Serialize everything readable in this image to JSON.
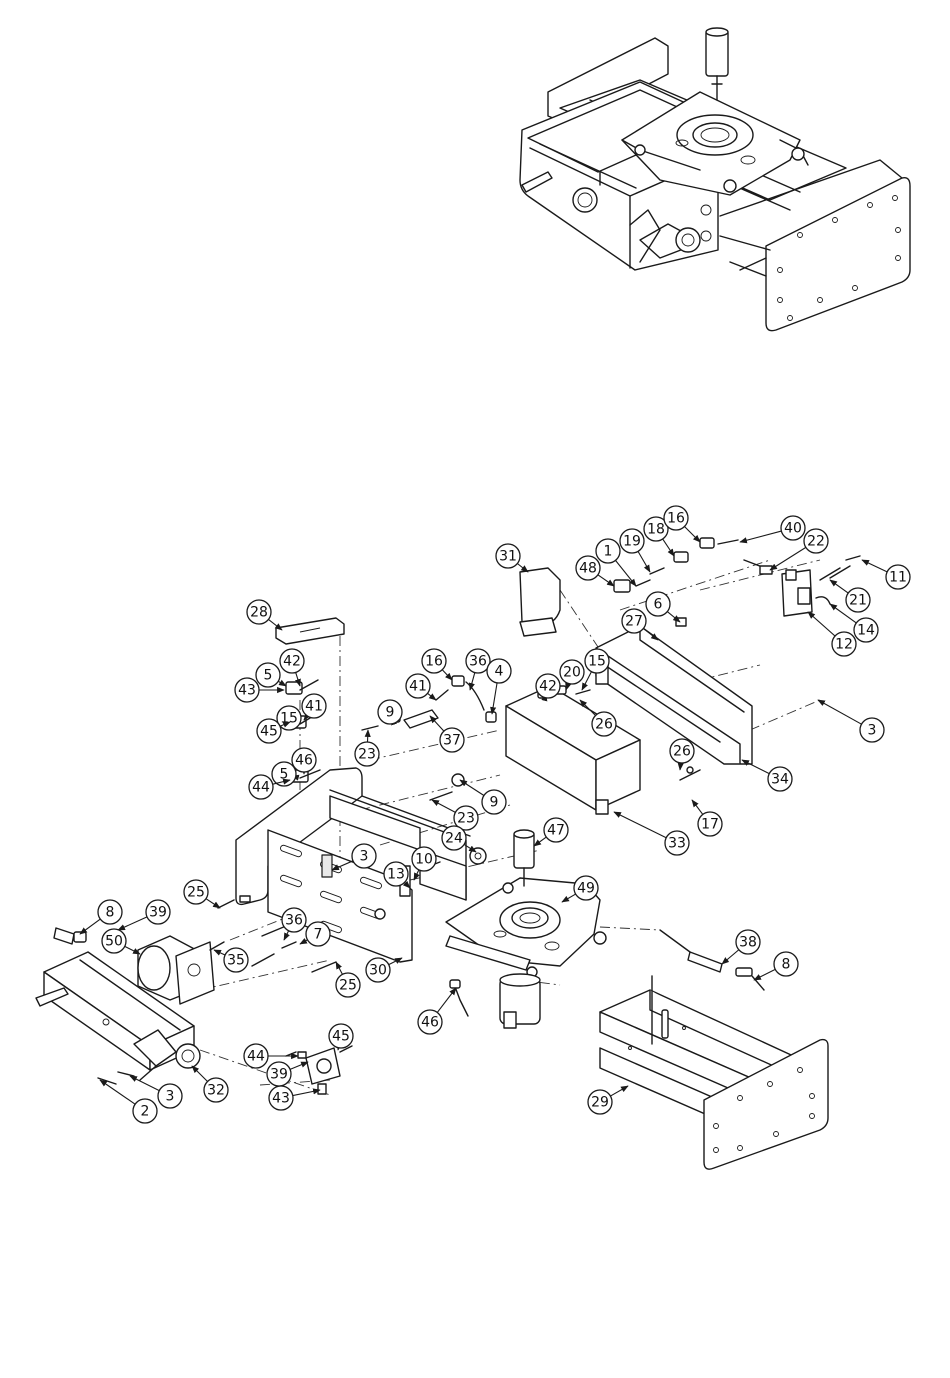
{
  "diagram": {
    "callouts": [
      {
        "id": "c28a",
        "label": "28"
      },
      {
        "id": "c42a",
        "label": "42"
      },
      {
        "id": "c5a",
        "label": "5"
      },
      {
        "id": "c43a",
        "label": "43"
      },
      {
        "id": "c15a",
        "label": "15"
      },
      {
        "id": "c41a",
        "label": "41"
      },
      {
        "id": "c45a",
        "label": "45"
      },
      {
        "id": "c46a",
        "label": "46"
      },
      {
        "id": "c5b",
        "label": "5"
      },
      {
        "id": "c44a",
        "label": "44"
      },
      {
        "id": "c23a",
        "label": "23"
      },
      {
        "id": "c9a",
        "label": "9"
      },
      {
        "id": "c37",
        "label": "37"
      },
      {
        "id": "c16a",
        "label": "16"
      },
      {
        "id": "c36a",
        "label": "36"
      },
      {
        "id": "c4",
        "label": "4"
      },
      {
        "id": "c41b",
        "label": "41"
      },
      {
        "id": "c31",
        "label": "31"
      },
      {
        "id": "c48",
        "label": "48"
      },
      {
        "id": "c1",
        "label": "1"
      },
      {
        "id": "c19",
        "label": "19"
      },
      {
        "id": "c18",
        "label": "18"
      },
      {
        "id": "c16b",
        "label": "16"
      },
      {
        "id": "c40",
        "label": "40"
      },
      {
        "id": "c22",
        "label": "22"
      },
      {
        "id": "c11",
        "label": "11"
      },
      {
        "id": "c21",
        "label": "21"
      },
      {
        "id": "c14",
        "label": "14"
      },
      {
        "id": "c12",
        "label": "12"
      },
      {
        "id": "c6",
        "label": "6"
      },
      {
        "id": "c27",
        "label": "27"
      },
      {
        "id": "c20",
        "label": "20"
      },
      {
        "id": "c15b",
        "label": "15"
      },
      {
        "id": "c42b",
        "label": "42"
      },
      {
        "id": "c26a",
        "label": "26"
      },
      {
        "id": "c3a",
        "label": "3"
      },
      {
        "id": "c34",
        "label": "34"
      },
      {
        "id": "c26b",
        "label": "26"
      },
      {
        "id": "c17",
        "label": "17"
      },
      {
        "id": "c33",
        "label": "33"
      },
      {
        "id": "c9b",
        "label": "9"
      },
      {
        "id": "c23b",
        "label": "23"
      },
      {
        "id": "c24",
        "label": "24"
      },
      {
        "id": "c47",
        "label": "47"
      },
      {
        "id": "c3b",
        "label": "3"
      },
      {
        "id": "c10",
        "label": "10"
      },
      {
        "id": "c13",
        "label": "13"
      },
      {
        "id": "c49",
        "label": "49"
      },
      {
        "id": "c25a",
        "label": "25"
      },
      {
        "id": "c8a",
        "label": "8"
      },
      {
        "id": "c39a",
        "label": "39"
      },
      {
        "id": "c50",
        "label": "50"
      },
      {
        "id": "c35",
        "label": "35"
      },
      {
        "id": "c36b",
        "label": "36"
      },
      {
        "id": "c7",
        "label": "7"
      },
      {
        "id": "c25b",
        "label": "25"
      },
      {
        "id": "c30",
        "label": "30"
      },
      {
        "id": "c38",
        "label": "38"
      },
      {
        "id": "c8b",
        "label": "8"
      },
      {
        "id": "c46b",
        "label": "46"
      },
      {
        "id": "c45b",
        "label": "45"
      },
      {
        "id": "c44b",
        "label": "44"
      },
      {
        "id": "c39b",
        "label": "39"
      },
      {
        "id": "c43b",
        "label": "43"
      },
      {
        "id": "c2",
        "label": "2"
      },
      {
        "id": "c3c",
        "label": "3"
      },
      {
        "id": "c32",
        "label": "32"
      },
      {
        "id": "c29",
        "label": "29"
      }
    ]
  }
}
